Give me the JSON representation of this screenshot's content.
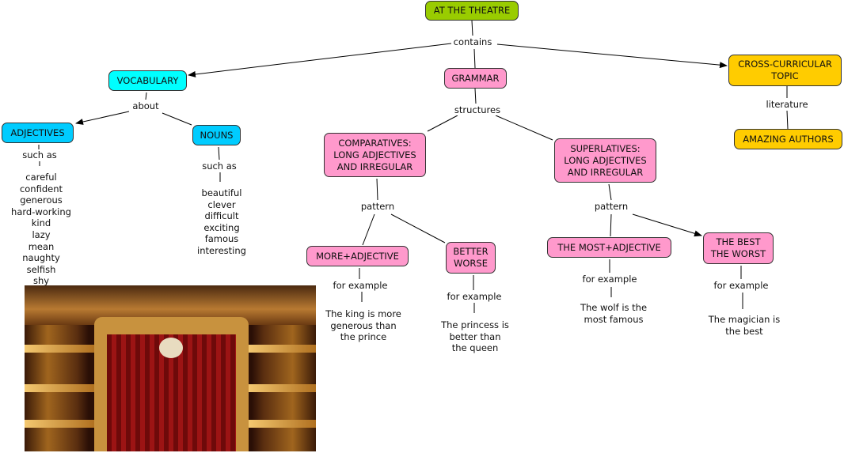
{
  "title": "AT THE THEATRE",
  "colors": {
    "root": "#99cc00",
    "vocabulary": "#00ffff",
    "vocab_children": "#00ccff",
    "grammar": "#ff99cc",
    "cross": "#ffcc00"
  },
  "links": {
    "contains": "contains",
    "about": "about",
    "such_as_adj": "such as",
    "such_as_nouns": "such as",
    "structures": "structures",
    "literature": "literature",
    "pattern_comp": "pattern",
    "pattern_sup": "pattern",
    "for_example_more": "for example",
    "for_example_better": "for example",
    "for_example_most": "for example",
    "for_example_best": "for example"
  },
  "nodes": {
    "vocabulary": "VOCABULARY",
    "grammar": "GRAMMAR",
    "cross": "CROSS-CURRICULAR\nTOPIC",
    "authors": "AMAZING AUTHORS",
    "adjectives": "ADJECTIVES",
    "nouns": "NOUNS",
    "comparatives": "COMPARATIVES:\nLONG ADJECTIVES\nAND IRREGULAR",
    "superlatives": "SUPERLATIVES:\nLONG ADJECTIVES\nAND IRREGULAR",
    "more_adj": "MORE+ADJECTIVE",
    "better_worse": "BETTER\nWORSE",
    "most_adj": "THE MOST+ADJECTIVE",
    "best_worst": "THE BEST\nTHE WORST"
  },
  "texts": {
    "adjective_list": "careful\nconfident\ngenerous\nhard-working\nkind\nlazy\nmean\nnaughty\nselfish\nshy",
    "noun_list": "beautiful\nclever\ndifficult\nexciting\nfamous\ninteresting",
    "ex_more": "The king is more\ngenerous than\nthe prince",
    "ex_better": "The princess is\nbetter than\nthe queen",
    "ex_most": "The wolf is the\nmost famous",
    "ex_best": "The magician is\nthe best"
  },
  "image": {
    "subject": "theatre-stage-photo"
  }
}
